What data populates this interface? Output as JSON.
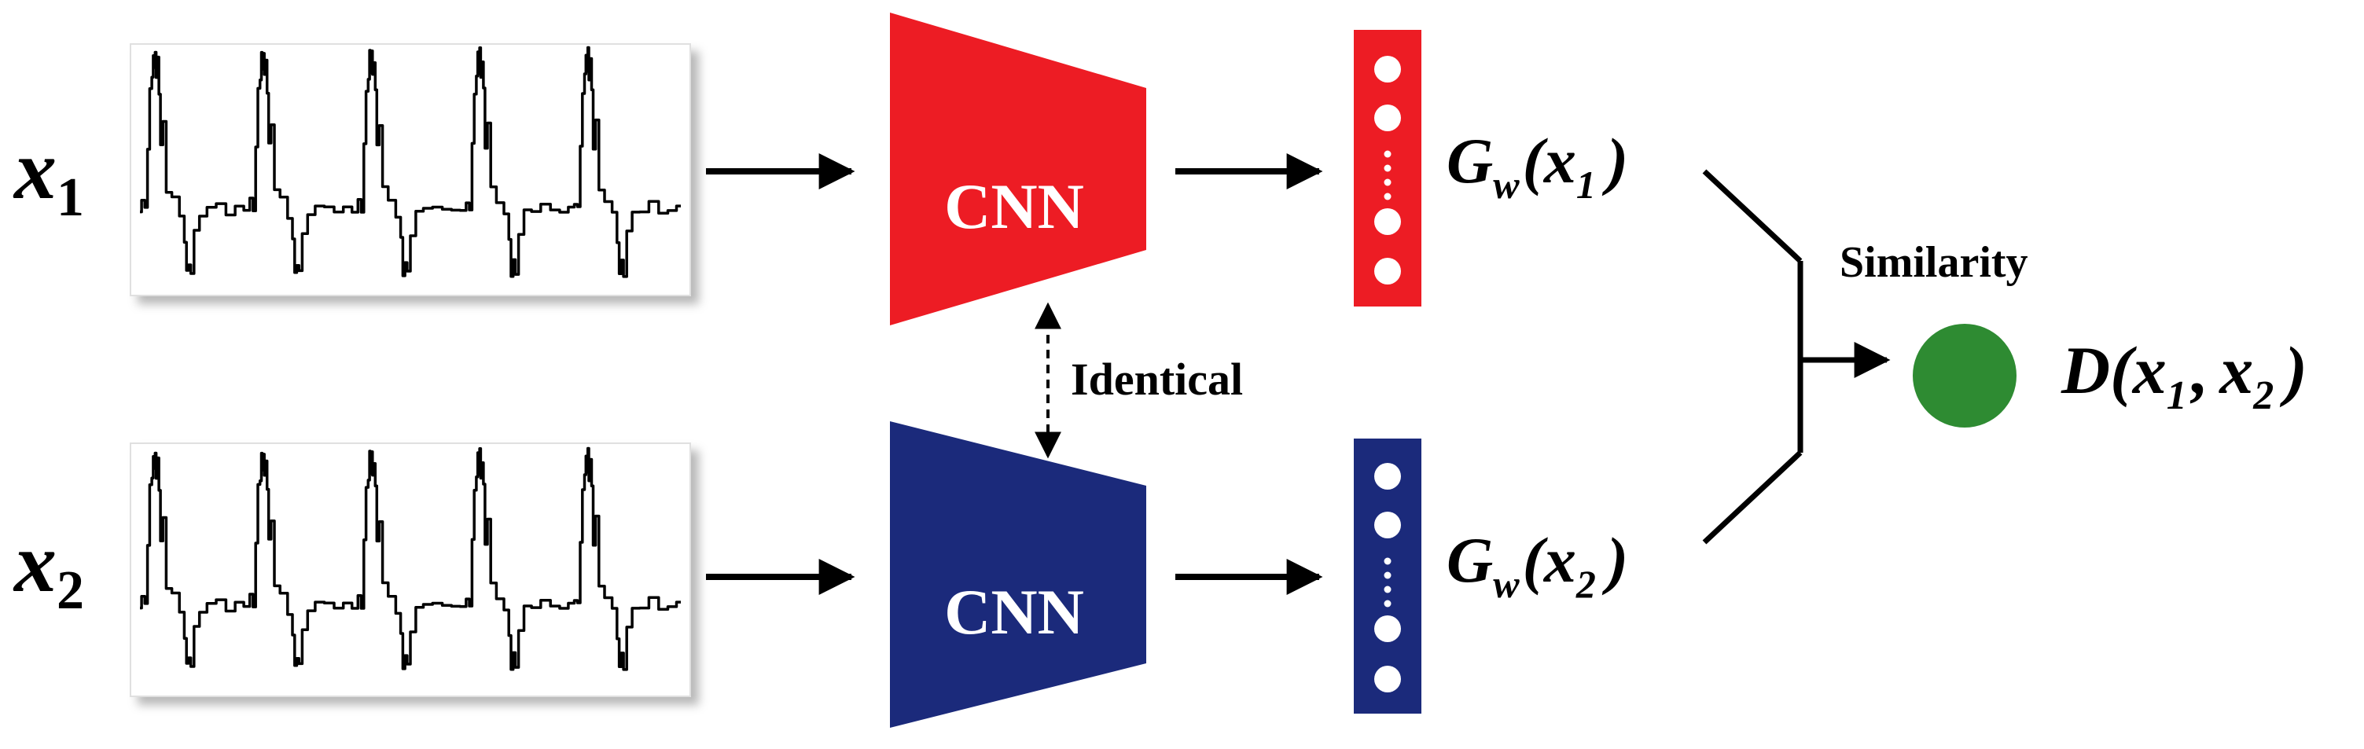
{
  "inputs": [
    {
      "var": "x",
      "sub": "1"
    },
    {
      "var": "x",
      "sub": "2"
    }
  ],
  "networks": [
    {
      "label": "CNN",
      "color": "#ed1c24"
    },
    {
      "label": "CNN",
      "color": "#1b2a7b"
    }
  ],
  "embeddings": [
    {
      "func": "G",
      "func_sub": "w",
      "arg": "x",
      "arg_sub": "1"
    },
    {
      "func": "G",
      "func_sub": "w",
      "arg": "x",
      "arg_sub": "2"
    }
  ],
  "identical_label": "Identical",
  "similarity_label": "Similarity",
  "output": {
    "func": "D",
    "arg1": "x",
    "arg1_sub": "1",
    "arg2": "x",
    "arg2_sub": "2"
  },
  "output_node_color": "#2e8b32",
  "signal_periods_shown": 5
}
